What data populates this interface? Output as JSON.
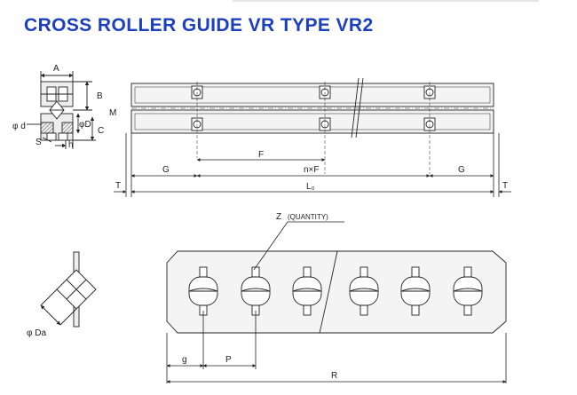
{
  "title": "CROSS ROLLER GUIDE VR TYPE VR2",
  "colors": {
    "title": "#1c3fbf",
    "line": "#222222",
    "fill": "#f2f2f2"
  },
  "section_view_labels": [
    "A",
    "B",
    "M",
    "φ d",
    "φD",
    "C",
    "S",
    "h"
  ],
  "rail_view_labels": {
    "pitch": "F",
    "pitch_count": "n×F",
    "end_left": "G",
    "end_right": "G",
    "length": "L₀",
    "gap_left": "T",
    "gap_right": "T"
  },
  "roller_detail_label": "φ Da",
  "cage": {
    "callout_letter": "Z",
    "callout_note": "(QUANTITY)",
    "end_offset": "g",
    "roller_pitch": "P",
    "cage_length": "R",
    "roller_count": 6
  }
}
